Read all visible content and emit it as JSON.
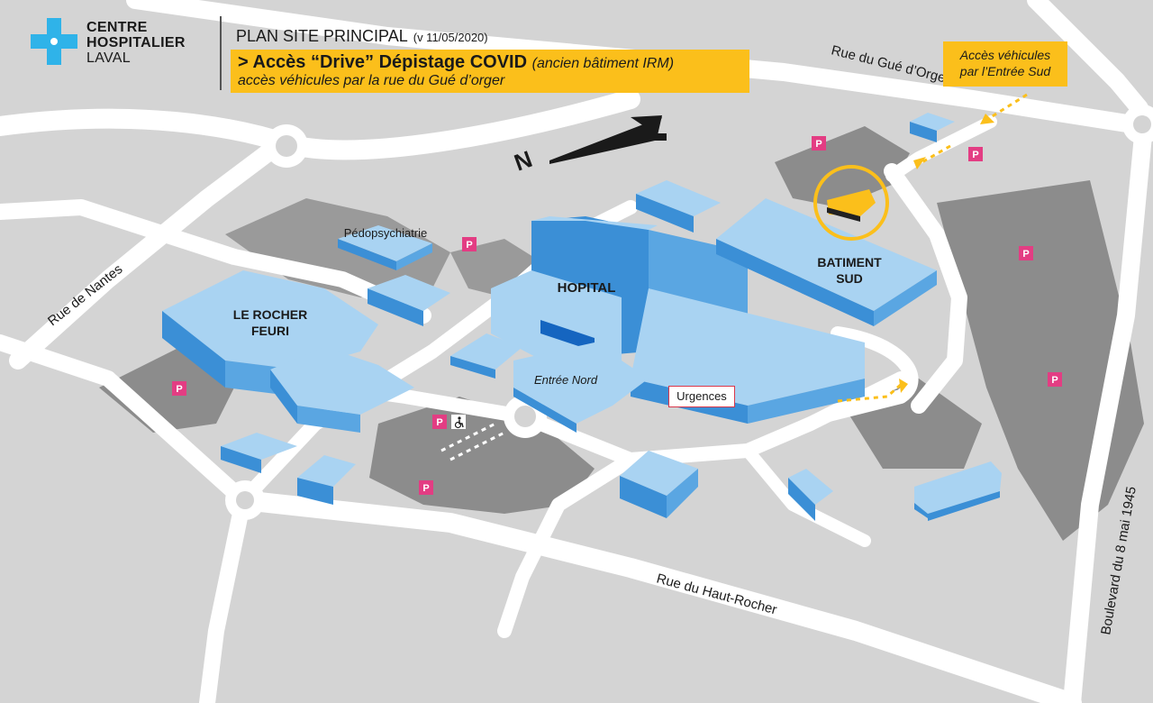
{
  "header": {
    "logo_lines": [
      "CENTRE",
      "HOSPITALIER",
      "LAVAL"
    ],
    "plan_title": "PLAN SITE PRINCIPAL",
    "plan_version": "(v 11/05/2020)",
    "drive_title": "> Accès “Drive” Dépistage COVID",
    "drive_note": "(ancien bâtiment IRM)",
    "drive_subtitle": "accès véhicules par la rue du Gué d’orger"
  },
  "access_note": {
    "line1": "Accès véhicules",
    "line2": "par l’Entrée Sud"
  },
  "buildings": {
    "hopital": "HOPITAL",
    "batiment_sud_1": "BATIMENT",
    "batiment_sud_2": "SUD",
    "rocher_1": "LE ROCHER",
    "rocher_2": "FEURI",
    "pedopsychiatrie": "Pédopsychiatrie",
    "entree_nord": "Entrée Nord",
    "urgences": "Urgences"
  },
  "streets": {
    "gue_dorger": "Rue du Gué d’Orger",
    "nantes": "Rue de Nantes",
    "haut_rocher": "Rue du Haut-Rocher",
    "boulevard": "Boulevard du 8 mai 1945"
  },
  "parking_label": "P",
  "colors": {
    "background": "#d4d4d4",
    "road": "#ffffff",
    "parking_area": "#8c8c8c",
    "building_top": "#a9d3f2",
    "building_side": "#3b8fd6",
    "accent_yellow": "#fbbf1b",
    "parking_badge": "#e33d83",
    "urgences_border": "#d9374b"
  }
}
